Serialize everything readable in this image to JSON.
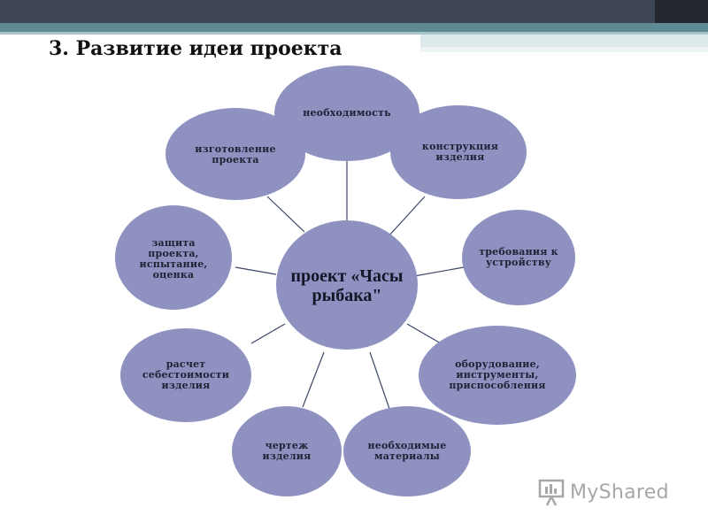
{
  "title": "3. Развитие идеи проекта",
  "center": "проект «Часы рыбака\"",
  "nodes": [
    {
      "id": "need",
      "label": "необходимость"
    },
    {
      "id": "design",
      "label": "конструкция изделия"
    },
    {
      "id": "requirements",
      "label": "требования к устройству"
    },
    {
      "id": "equipment",
      "label": "оборудование, инструменты, приспособления"
    },
    {
      "id": "materials",
      "label": "необходимые материалы"
    },
    {
      "id": "drawing",
      "label": "чертеж изделия"
    },
    {
      "id": "costing",
      "label": "расчет себестоимости изделия"
    },
    {
      "id": "defense",
      "label": "защита проекта, испытание, оценка"
    },
    {
      "id": "production",
      "label": "изготовление проекта"
    }
  ],
  "watermark": "MyShared",
  "colors": {
    "node_fill": "#8f92c0",
    "connector": "#3d466a",
    "banner_dark": "#3e4556",
    "banner_teal": "#5d8a93"
  }
}
